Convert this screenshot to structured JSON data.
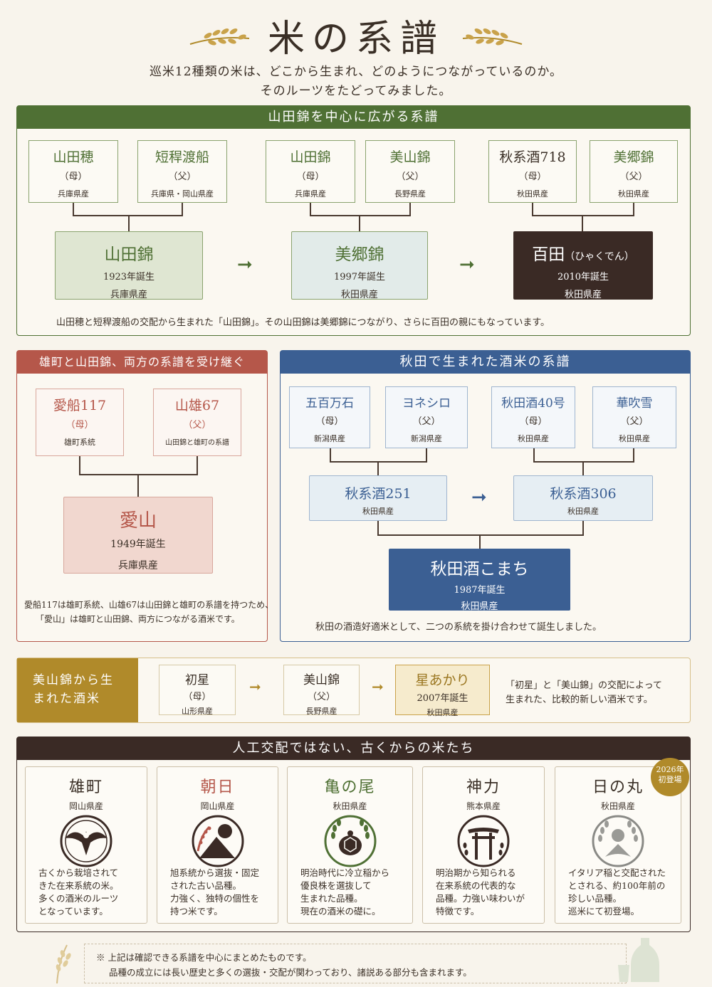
{
  "header": {
    "title": "米の系譜",
    "line1": "巡米12種類の米は、どこから生まれ、どのようにつながっているのか。",
    "line2": "そのルーツをたどってみました。"
  },
  "yamada": {
    "banner": "山田錦を中心に広がる系譜",
    "p1": {
      "name": "山田穂",
      "role": "（母）",
      "pref": "兵庫県産"
    },
    "p2": {
      "name": "短稈渡船",
      "role": "（父）",
      "pref": "兵庫県・岡山県産"
    },
    "p3": {
      "name": "山田錦",
      "role": "（母）",
      "pref": "兵庫県産"
    },
    "p4": {
      "name": "美山錦",
      "role": "（父）",
      "pref": "長野県産"
    },
    "p5": {
      "name": "秋系酒718",
      "role": "（母）",
      "pref": "秋田県産"
    },
    "p6": {
      "name": "美郷錦",
      "role": "（父）",
      "pref": "秋田県産"
    },
    "c1": {
      "name": "山田錦",
      "year": "1923年誕生",
      "pref": "兵庫県産"
    },
    "c2": {
      "name": "美郷錦",
      "year": "1997年誕生",
      "pref": "秋田県産"
    },
    "c3": {
      "name": "百田",
      "reading": "（ひゃくでん）",
      "year": "2010年誕生",
      "pref": "秋田県産"
    },
    "arrow": "➞",
    "note": "山田穂と短稈渡船の交配から生まれた「山田錦」。その山田錦は美郷錦につながり、さらに百田の親にもなっています。"
  },
  "omachi": {
    "banner": "雄町と山田錦、両方の系譜を受け継ぐ",
    "p1": {
      "name": "愛船117",
      "role": "（母）",
      "pref": "雄町系統"
    },
    "p2": {
      "name": "山雄67",
      "role": "（父）",
      "pref": "山田錦と雄町の系譜"
    },
    "c": {
      "name": "愛山",
      "year": "1949年誕生",
      "pref": "兵庫県産"
    },
    "note1": "愛船117は雄町系統、山雄67は山田錦と雄町の系譜を持つため、",
    "note2": "「愛山」は雄町と山田錦、両方につながる酒米です。"
  },
  "akita": {
    "banner": "秋田で生まれた酒米の系譜",
    "p1": {
      "name": "五百万石",
      "role": "（母）",
      "pref": "新潟県産"
    },
    "p2": {
      "name": "ヨネシロ",
      "role": "（父）",
      "pref": "新潟県産"
    },
    "p3": {
      "name": "秋田酒40号",
      "role": "（母）",
      "pref": "秋田県産"
    },
    "p4": {
      "name": "華吹雪",
      "role": "（父）",
      "pref": "秋田県産"
    },
    "m1": {
      "name": "秋系酒251",
      "pref": "秋田県産"
    },
    "m2": {
      "name": "秋系酒306",
      "pref": "秋田県産"
    },
    "c": {
      "name": "秋田酒こまち",
      "year": "1987年誕生",
      "pref": "秋田県産"
    },
    "note": "秋田の酒造好適米として、二つの系統を掛け合わせて誕生しました。"
  },
  "miyama": {
    "label1": "美山錦から生",
    "label2": "まれた酒米",
    "p1": {
      "name": "初星",
      "role": "（母）",
      "pref": "山形県産"
    },
    "p2": {
      "name": "美山錦",
      "role": "（父）",
      "pref": "長野県産"
    },
    "c": {
      "name": "星あかり",
      "year": "2007年誕生",
      "pref": "秋田県産"
    },
    "note1": "「初星」と「美山錦」の交配によって",
    "note2": "生まれた、比較的新しい酒米です。"
  },
  "traditional": {
    "banner": "人工交配ではない、古くからの米たち",
    "badge1": "2026年",
    "badge2": "初登場",
    "cards": [
      {
        "name": "雄町",
        "pref": "岡山県産",
        "d1": "古くから栽培されて",
        "d2": "きた在来系統の米。",
        "d3": "多くの酒米のルーツ",
        "d4": "となっています。"
      },
      {
        "name": "朝日",
        "pref": "岡山県産",
        "d1": "旭系統から選抜・固定",
        "d2": "された古い品種。",
        "d3": "力強く、独特の個性を",
        "d4": "持つ米です。"
      },
      {
        "name": "亀の尾",
        "pref": "秋田県産",
        "d1": "明治時代に冷立稲から",
        "d2": "優良株を選抜して",
        "d3": "生まれた品種。",
        "d4": "現在の酒米の礎に。"
      },
      {
        "name": "神力",
        "pref": "熊本県産",
        "d1": "明治期から知られる",
        "d2": "在来系統の代表的な",
        "d3": "品種。力強い味わいが",
        "d4": "特徴です。"
      },
      {
        "name": "日の丸",
        "pref": "秋田県産",
        "d1": "イタリア稲と交配された",
        "d2": "とされる、約100年前の",
        "d3": "珍しい品種。",
        "d4": "巡米にて初登場。"
      }
    ]
  },
  "footer": {
    "line1": "※ 上記は確認できる系譜を中心にまとめたものです。",
    "line2": "品種の成立には長い歴史と多くの選抜・交配が関わっており、諸説ある部分も含まれます。"
  },
  "colors": {
    "green": "#4f7034",
    "red": "#b5574a",
    "blue": "#3b5f93",
    "gold": "#b08a2a",
    "dark": "#3a2a25"
  }
}
